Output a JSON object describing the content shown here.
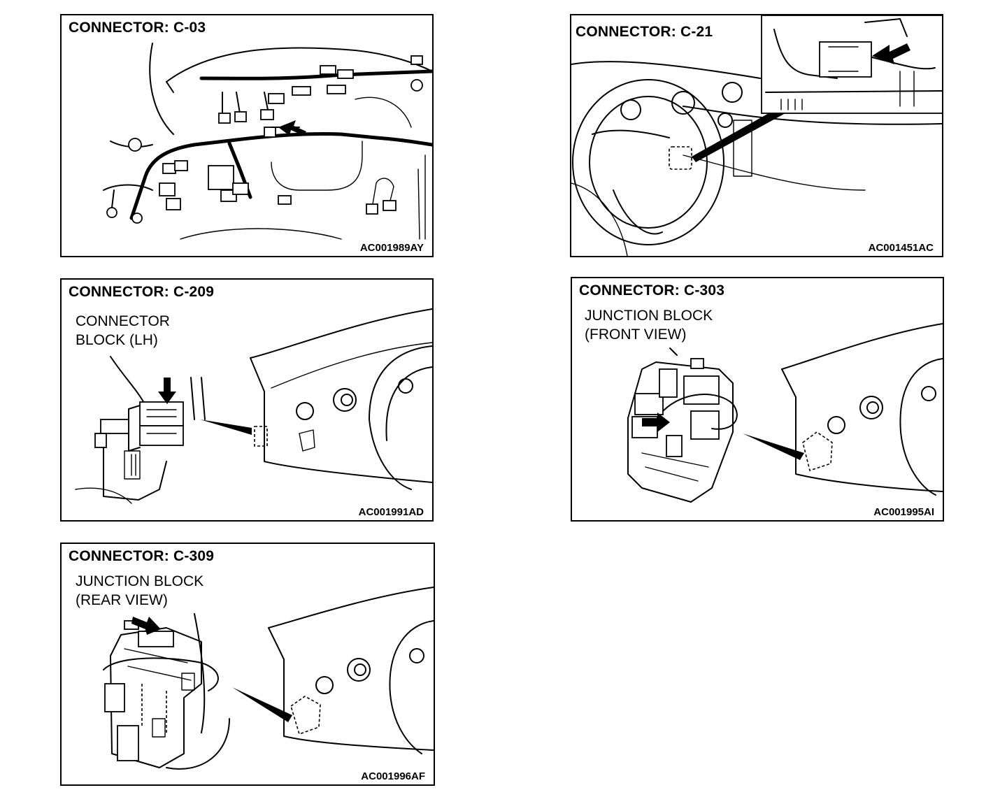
{
  "panels": [
    {
      "id": "c03",
      "title": "CONNECTOR: C-03",
      "subtitle": [],
      "code": "AC001989AY"
    },
    {
      "id": "c21",
      "title": "CONNECTOR: C-21",
      "subtitle": [],
      "code": "AC001451AC"
    },
    {
      "id": "c209",
      "title": "CONNECTOR: C-209",
      "subtitle": [
        "CONNECTOR",
        "BLOCK (LH)"
      ],
      "code": "AC001991AD"
    },
    {
      "id": "c303",
      "title": "CONNECTOR: C-303",
      "subtitle": [
        "JUNCTION BLOCK",
        "(FRONT VIEW)"
      ],
      "code": "AC001995AI"
    },
    {
      "id": "c309",
      "title": "CONNECTOR: C-309",
      "subtitle": [
        "JUNCTION BLOCK",
        "(REAR VIEW)"
      ],
      "code": "AC001996AF"
    }
  ],
  "colors": {
    "line": "#000000",
    "background": "#ffffff"
  }
}
